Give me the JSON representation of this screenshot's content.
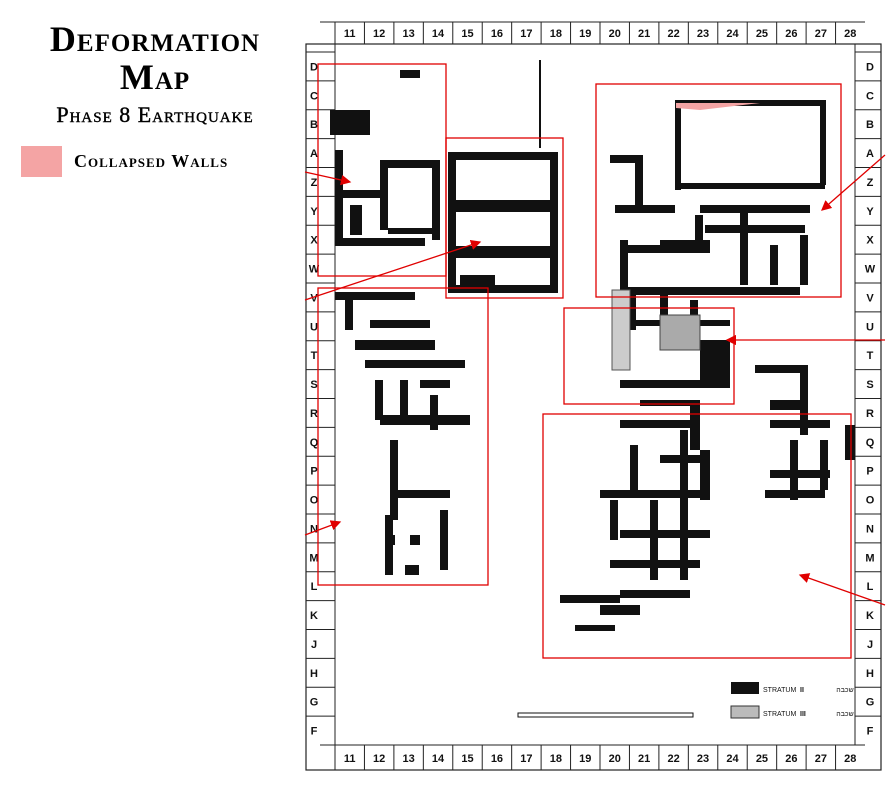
{
  "title": {
    "line1": "Deformation",
    "line2": "Map",
    "subtitle": "Phase 8 Earthquake"
  },
  "legend": {
    "label": "Collapsed Walls",
    "color": "#f4a4a4"
  },
  "map": {
    "columns": [
      "11",
      "12",
      "13",
      "14",
      "15",
      "16",
      "17",
      "18",
      "19",
      "20",
      "21",
      "22",
      "23",
      "24",
      "25",
      "26",
      "27",
      "28"
    ],
    "rows": [
      "D",
      "C",
      "B",
      "A",
      "Z",
      "Y",
      "X",
      "W",
      "V",
      "U",
      "T",
      "S",
      "R",
      "Q",
      "P",
      "O",
      "N",
      "M",
      "L",
      "K",
      "J",
      "H",
      "G",
      "F"
    ],
    "strata_legend": [
      {
        "label": "STRATUM",
        "numeral": "II",
        "hebrew": "שכבה"
      },
      {
        "label": "STRATUM",
        "numeral": "III",
        "hebrew": "שכבה"
      }
    ],
    "highlight_color": "#e00000"
  }
}
